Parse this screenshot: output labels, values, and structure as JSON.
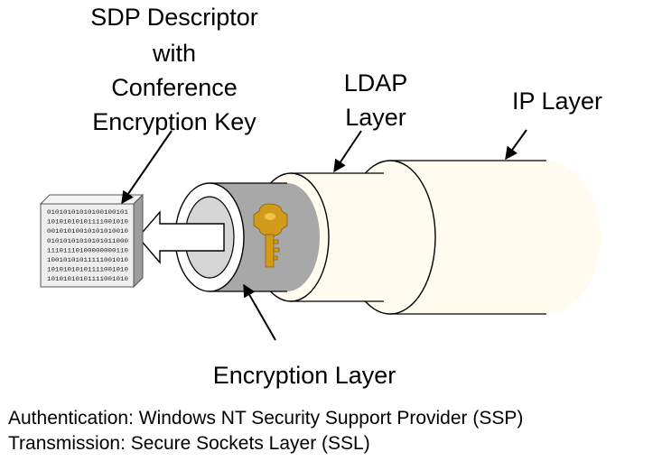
{
  "labels": {
    "sdp_descriptor": [
      "SDP Descriptor",
      "with",
      "Conference",
      "Encryption Key"
    ],
    "ldap_layer": [
      "LDAP",
      "Layer"
    ],
    "ip_layer": "IP Layer",
    "encryption_layer": "Encryption Layer"
  },
  "footer": {
    "authentication": "Authentication: Windows NT Security Support Provider (SSP)",
    "transmission": "Transmission:  Secure Sockets Layer (SSL)"
  },
  "data_block": {
    "bits": [
      "01010101010100100101",
      "10101010101111001010",
      "00101010010101010010",
      "01010101010101011000",
      "11101110100000000110",
      "10010101011111001010",
      "10101010101111001010",
      "10101010101111001010"
    ]
  },
  "icons": {
    "key": "key-icon",
    "arrow": "left-arrow-icon"
  },
  "colors": {
    "ip_layer_fill": "#fffbee",
    "ldap_layer_fill": "#fffbee",
    "encryption_layer_fill": "#a8a8a8",
    "key": "#d09a1a",
    "data_block": "#eeeeee"
  }
}
